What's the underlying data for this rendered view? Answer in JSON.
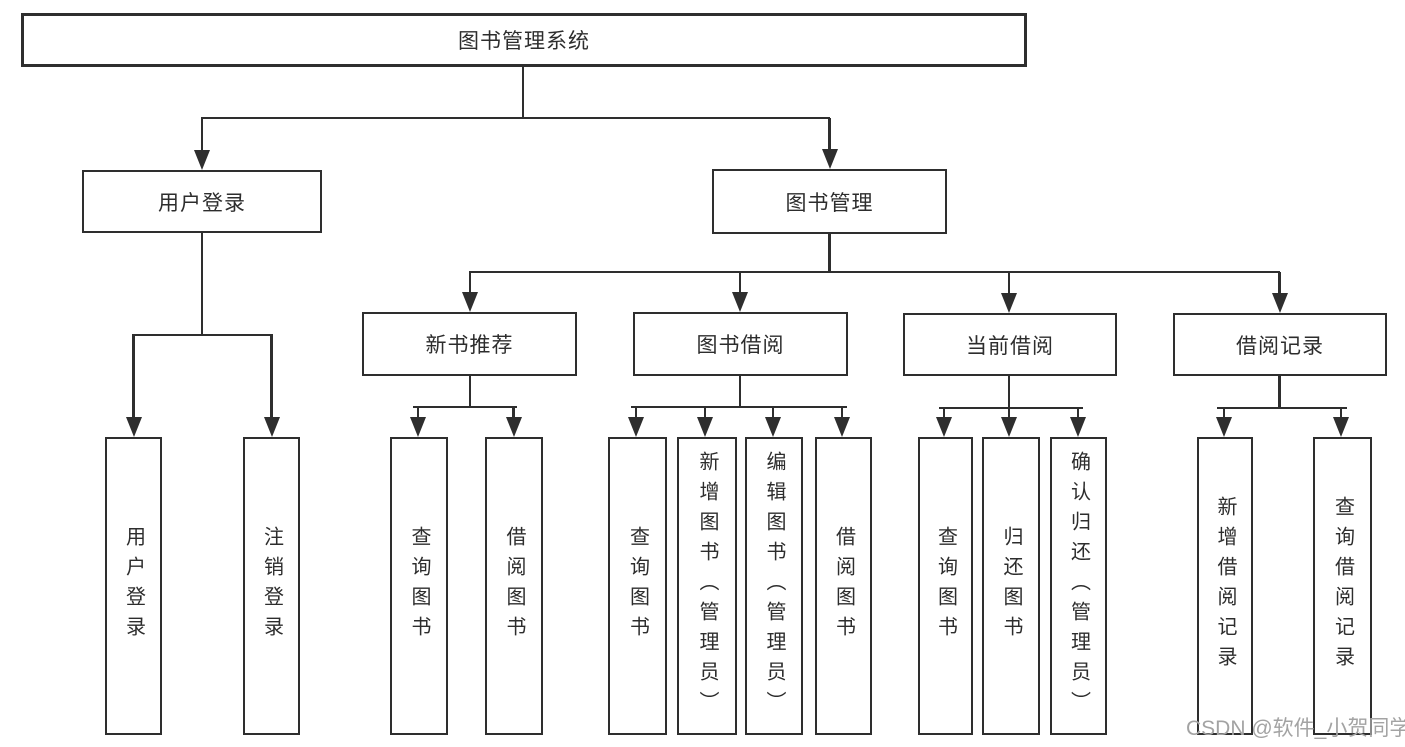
{
  "tree": {
    "label": "图书管理系统",
    "children": [
      {
        "label": "用户登录",
        "children": [
          {
            "label": "用户登录"
          },
          {
            "label": "注销登录"
          }
        ]
      },
      {
        "label": "图书管理",
        "children": [
          {
            "label": "新书推荐",
            "children": [
              {
                "label": "查询图书"
              },
              {
                "label": "借阅图书"
              }
            ]
          },
          {
            "label": "图书借阅",
            "children": [
              {
                "label": "查询图书"
              },
              {
                "label": "新增图书（管理员）"
              },
              {
                "label": "编辑图书（管理员）"
              },
              {
                "label": "借阅图书"
              }
            ]
          },
          {
            "label": "当前借阅",
            "children": [
              {
                "label": "查询图书"
              },
              {
                "label": "归还图书"
              },
              {
                "label": "确认归还（管理员）"
              }
            ]
          },
          {
            "label": "借阅记录",
            "children": [
              {
                "label": "新增借阅记录"
              },
              {
                "label": "查询借阅记录"
              }
            ]
          }
        ]
      }
    ]
  },
  "watermark": {
    "text": "CSDN @软件_小贺同学"
  },
  "colors": {
    "line": "#2e2e2e",
    "text": "#2d2d2d",
    "watermark": "#a3a3a3",
    "background": "#ffffff"
  }
}
